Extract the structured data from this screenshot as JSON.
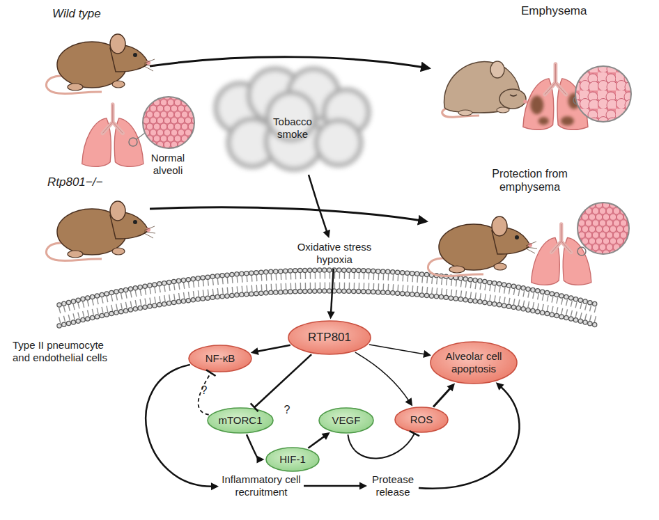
{
  "diagram": {
    "nodes": [
      {
        "text": [
          "Tobacco smoke"
        ]
      },
      {
        "text": [
          "Oxidative stress hypoxia"
        ]
      },
      {
        "text": [
          "RTP801"
        ]
      },
      {
        "text": [
          "NF-κB"
        ]
      },
      {
        "text": [
          "Alveolar cell apoptosis"
        ]
      },
      {
        "text": [
          "mTORC1"
        ]
      },
      {
        "text": [
          "VEGF"
        ]
      },
      {
        "text": [
          "ROS"
        ]
      },
      {
        "text": [
          "HIF-1"
        ]
      },
      {
        "text": [
          "Inflammatory cell recruitment"
        ]
      },
      {
        "text": [
          "Protease release"
        ]
      }
    ],
    "edges": [
      {
        "from": 0,
        "to": 1,
        "arrow": "to"
      },
      {
        "from": 1,
        "to": 2,
        "arrow": "to"
      },
      {
        "from": 2,
        "to": 3,
        "arrow": "to"
      },
      {
        "from": 2,
        "to": 4,
        "arrow": "to"
      },
      {
        "from": 2,
        "to": 5,
        "arrow": "to"
      },
      {
        "from": 2,
        "to": 7,
        "arrow": "to"
      },
      {
        "from": 5,
        "to": 3,
        "label": "?",
        "arrow": "to"
      },
      {
        "from": 5,
        "to": 8,
        "label": "?",
        "arrow": "to"
      },
      {
        "from": 8,
        "to": 6,
        "arrow": "to"
      },
      {
        "from": 6,
        "to": 7,
        "arrow": "to"
      },
      {
        "from": 7,
        "to": 4,
        "arrow": "to"
      },
      {
        "from": 3,
        "to": 9,
        "arrow": "to"
      },
      {
        "from": 9,
        "to": 10,
        "arrow": "to"
      },
      {
        "from": 10,
        "to": 4,
        "arrow": "to"
      }
    ],
    "labels": [
      "Wild type",
      "Normal alveoli",
      "Emphysema",
      "Rtp801−/−",
      "Protection from emphysema",
      "Type II pneumocyte and endothelial cells"
    ]
  }
}
